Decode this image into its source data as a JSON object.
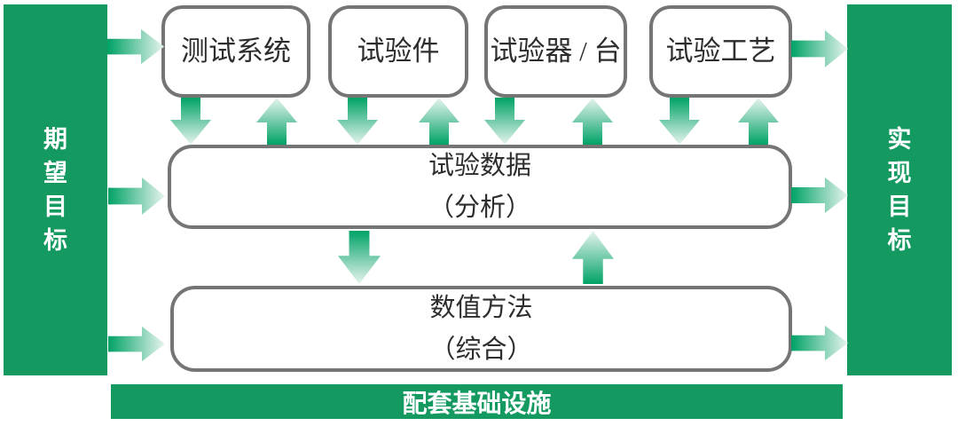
{
  "colors": {
    "brand_green": "#149a61",
    "arrow_gradient_dark": "#00a266",
    "arrow_gradient_light": "#e8f5ee",
    "box_border_gray": "#757575",
    "box_text_dark": "#2d2d2d",
    "bar_text_white": "#ffffff"
  },
  "left_bar": {
    "label": "期望目标"
  },
  "right_bar": {
    "label": "实现目标"
  },
  "top_boxes": [
    {
      "label": "测试系统"
    },
    {
      "label": "试验件"
    },
    {
      "label": "试验器 / 台"
    },
    {
      "label": "试验工艺"
    }
  ],
  "middle_box": {
    "line1": "试验数据",
    "line2": "（分析）"
  },
  "lower_box": {
    "line1": "数值方法",
    "line2": "（综合）"
  },
  "bottom_bar": {
    "label": "配套基础设施"
  }
}
